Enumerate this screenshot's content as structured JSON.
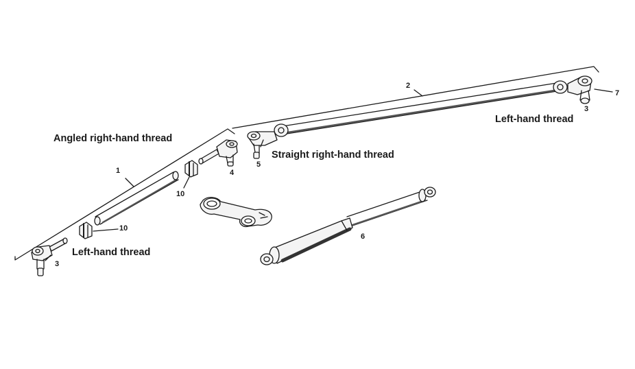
{
  "captions": {
    "angled_rh": "Angled right-hand thread",
    "straight_rh": "Straight right-hand thread",
    "left_hand_top": "Left-hand thread",
    "left_hand_bottom": "Left-hand thread"
  },
  "callouts": {
    "n1": "1",
    "n2": "2",
    "n3_right": "3",
    "n3_left": "3",
    "n4": "4",
    "n5": "5",
    "n6": "6",
    "n7": "7",
    "n10_upper": "10",
    "n10_lower": "10"
  },
  "colors": {
    "ink": "#1a1a1a",
    "fill": "#f4f4f4",
    "shade": "#555555"
  }
}
